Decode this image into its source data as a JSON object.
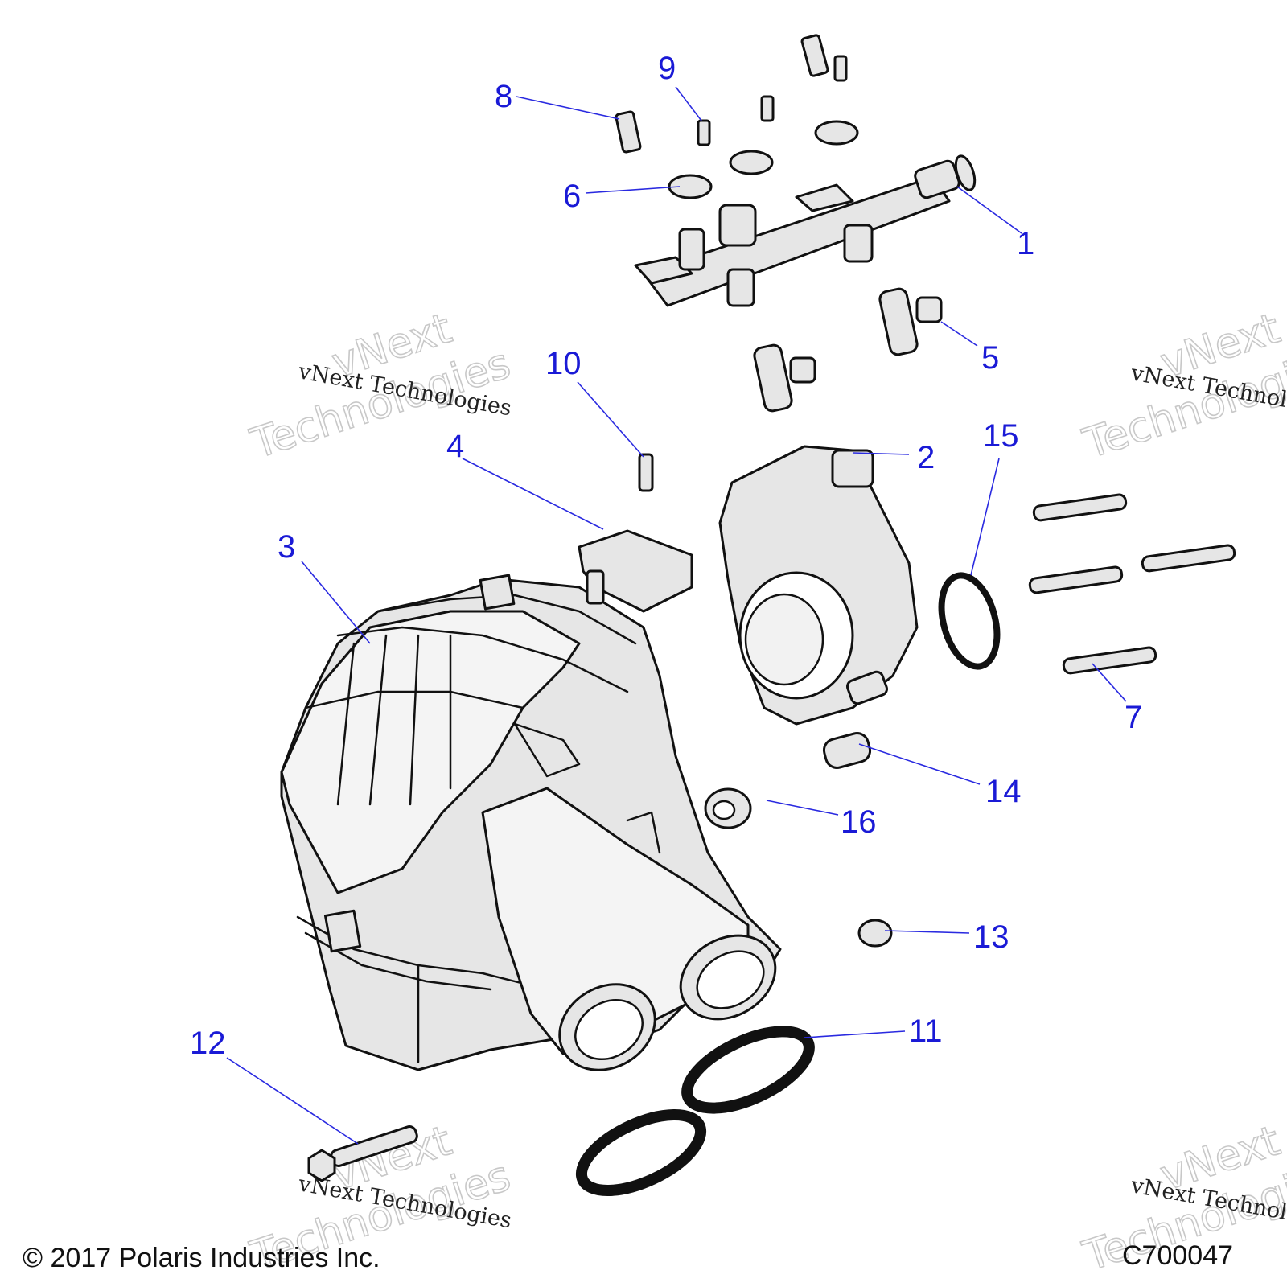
{
  "callouts": [
    {
      "num": "1",
      "part": "fuel-rail"
    },
    {
      "num": "2",
      "part": "throttle-body"
    },
    {
      "num": "3",
      "part": "intake-manifold"
    },
    {
      "num": "4",
      "part": "map-sensor"
    },
    {
      "num": "5",
      "part": "fuel-injector"
    },
    {
      "num": "6",
      "part": "injector-retainer-clip"
    },
    {
      "num": "7",
      "part": "long-bolt"
    },
    {
      "num": "8",
      "part": "fuel-rail-bolt"
    },
    {
      "num": "9",
      "part": "small-screw"
    },
    {
      "num": "10",
      "part": "sensor-screw"
    },
    {
      "num": "11",
      "part": "hose-clamp"
    },
    {
      "num": "12",
      "part": "flange-bolt"
    },
    {
      "num": "13",
      "part": "grommet"
    },
    {
      "num": "14",
      "part": "spacer-sleeve"
    },
    {
      "num": "15",
      "part": "o-ring-seal"
    },
    {
      "num": "16",
      "part": "rubber-bushing"
    }
  ],
  "watermarks": {
    "line": "vNext Technologies",
    "big_top": "vNext",
    "big_bottom": "Technologies"
  },
  "footer": {
    "copyright": "© 2017 Polaris Industries Inc.",
    "figure_id": "C700047"
  }
}
